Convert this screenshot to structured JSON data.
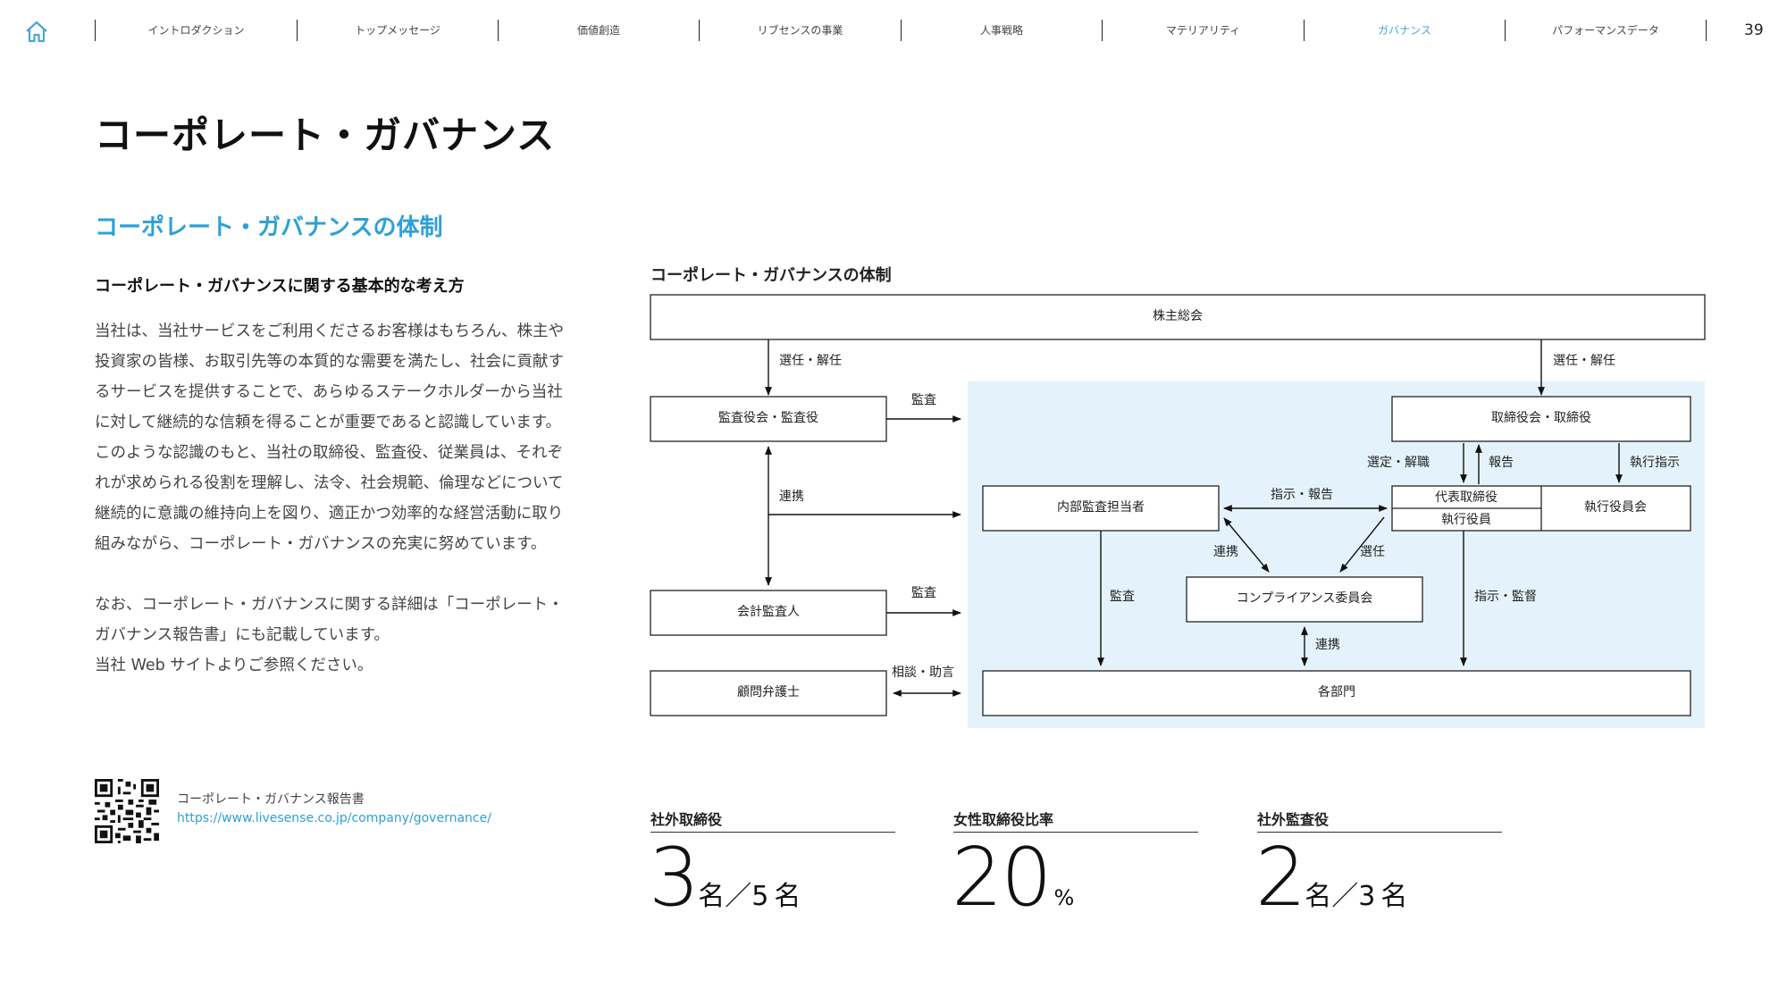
{
  "nav": {
    "items": [
      "イントロダクション",
      "トップメッセージ",
      "価値創造",
      "リブセンスの事業",
      "人事戦略",
      "マテリアリティ",
      "ガバナンス",
      "パフォーマンスデータ"
    ],
    "active": "ガバナンス",
    "page_number": "39"
  },
  "page": {
    "title": "コーポレート・ガバナンス",
    "section_title": "コーポレート・ガバナンスの体制",
    "sub_heading": "コーポレート・ガバナンスに関する基本的な考え方",
    "body": "当社は、当社サービスをご利用くださるお客様はもちろん、株主や\n投資家の皆様、お取引先等の本質的な需要を満たし、社会に貢献す\nるサービスを提供することで、あらゆるステークホルダーから当社\nに対して継続的な信頼を得ることが重要であると認識しています。\nこのような認識のもと、当社の取締役、監査役、従業員は、それぞ\nれが求められる役割を理解し、法令、社会規範、倫理などについて\n継続的に意識の維持向上を図り、適正かつ効率的な経営活動に取り\n組みながら、コーポレート・ガバナンスの充実に努めています。\n\nなお、コーポレート・ガバナンスに関する詳細は「コーポレート・\nガバナンス報告書」にも記載しています。\n当社 Web サイトよりご参照ください。"
  },
  "report": {
    "label": "コーポレート・ガバナンス報告書",
    "url": "https://www.livesense.co.jp/company/governance/"
  },
  "diagram": {
    "title": "コーポレート・ガバナンスの体制",
    "boxes": {
      "shareholders": "株主総会",
      "auditors": "監査役会・監査役",
      "board": "取締役会・取締役",
      "internal_audit": "内部監査担当者",
      "ceo": "代表取締役",
      "exec_officers": "執行役員",
      "exec_committee": "執行役員会",
      "compliance": "コンプライアンス委員会",
      "accounting_auditor": "会計監査人",
      "lawyer": "顧問弁護士",
      "departments": "各部門"
    },
    "labels": {
      "elect_left": "選任・解任",
      "elect_right": "選任・解任",
      "audit_top": "監査",
      "cooperate_left": "連携",
      "audit_accounting": "監査",
      "consult": "相談・助言",
      "appoint_dismiss": "選定・解職",
      "report": "報告",
      "exec_instruction": "執行指示",
      "instruct_report": "指示・報告",
      "cooperate_mid": "連携",
      "appoint": "選任",
      "audit_internal": "監査",
      "instruct_supervise": "指示・監督",
      "cooperate_bottom": "連携"
    },
    "highlight_color": "#e4f3fb"
  },
  "stats": [
    {
      "label": "社外取締役",
      "big": "3",
      "unit1": "名",
      "sep": "／",
      "total": "5",
      "unit2": "名"
    },
    {
      "label": "女性取締役比率",
      "big": "20",
      "pct": "%"
    },
    {
      "label": "社外監査役",
      "big": "2",
      "unit1": "名",
      "sep": "／",
      "total": "3",
      "unit2": "名"
    }
  ],
  "colors": {
    "accent": "#2fa0d6",
    "text": "#222222"
  }
}
